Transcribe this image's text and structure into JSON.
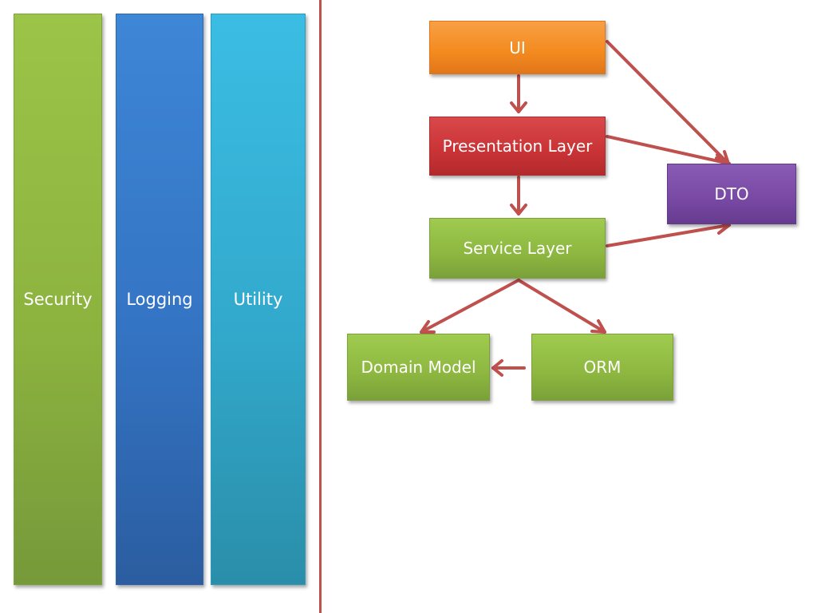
{
  "pillars": {
    "security": "Security",
    "logging": "Logging",
    "utility": "Utility"
  },
  "layers": {
    "ui": "UI",
    "presentation": "Presentation Layer",
    "service": "Service Layer",
    "dto": "DTO",
    "domain_model": "Domain Model",
    "orm": "ORM"
  },
  "colors": {
    "security": "#8db33f",
    "logging": "#3474c4",
    "utility": "#32a9cc",
    "ui": "#f38a1f",
    "presentation": "#c93336",
    "service": "#8db740",
    "dto": "#7849a3",
    "domain_model": "#8db740",
    "orm": "#8db740",
    "connector": "#c0504d",
    "divider": "#c0504d"
  },
  "connections": [
    {
      "from": "UI",
      "to": "Presentation Layer"
    },
    {
      "from": "UI",
      "to": "DTO"
    },
    {
      "from": "Presentation Layer",
      "to": "Service Layer"
    },
    {
      "from": "Presentation Layer",
      "to": "DTO"
    },
    {
      "from": "Service Layer",
      "to": "DTO"
    },
    {
      "from": "Service Layer",
      "to": "Domain Model"
    },
    {
      "from": "Service Layer",
      "to": "ORM"
    },
    {
      "from": "ORM",
      "to": "Domain Model"
    }
  ]
}
